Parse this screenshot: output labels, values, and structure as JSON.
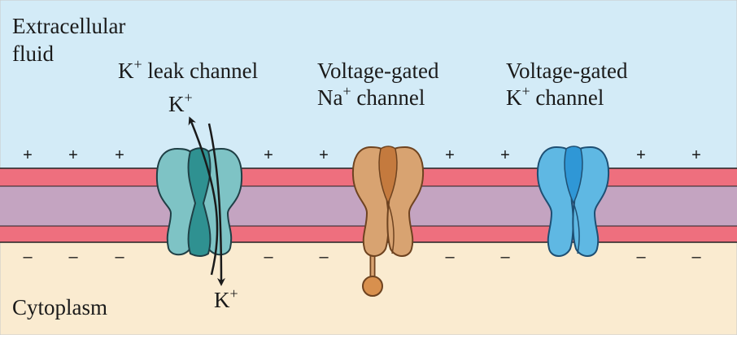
{
  "regions": {
    "extracellular_line1": "Extracellular",
    "extracellular_line2": "fluid",
    "cytoplasm": "Cytoplasm"
  },
  "channels": {
    "leak": {
      "name_prefix": "K",
      "name_sup": "+",
      "name_suffix": " leak channel"
    },
    "na": {
      "line1": "Voltage-gated",
      "line2_prefix": "Na",
      "line2_sup": "+",
      "line2_suffix": " channel"
    },
    "k": {
      "line1": "Voltage-gated",
      "line2_prefix": "K",
      "line2_sup": "+",
      "line2_suffix": " channel"
    }
  },
  "ions": {
    "top_prefix": "K",
    "top_sup": "+",
    "bottom_prefix": "K",
    "bottom_sup": "+"
  },
  "charges": {
    "outside": "+",
    "inside": "–"
  },
  "colors": {
    "extracellular": "#d3ebf7",
    "cytoplasm": "#faebd0",
    "membrane_head": "#ee6f7e",
    "membrane_core": "#c4a4c1",
    "leak_channel": "#7ec3c5",
    "na_channel": "#d8a371",
    "k_channel": "#5fb8e3"
  }
}
